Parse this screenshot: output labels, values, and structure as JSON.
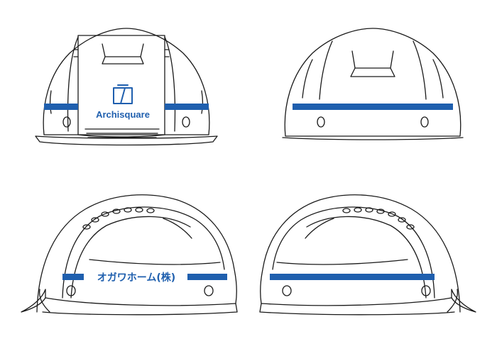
{
  "colors": {
    "outline": "#1a1a1a",
    "stripe": "#1f5fae",
    "background": "#ffffff"
  },
  "views": {
    "front": {
      "logo_icon": "archisquare-logo-mark",
      "logo_text": "Archisquare"
    },
    "back": {},
    "left_side": {
      "company_text": "オガワホーム(株)"
    },
    "right_side": {}
  }
}
